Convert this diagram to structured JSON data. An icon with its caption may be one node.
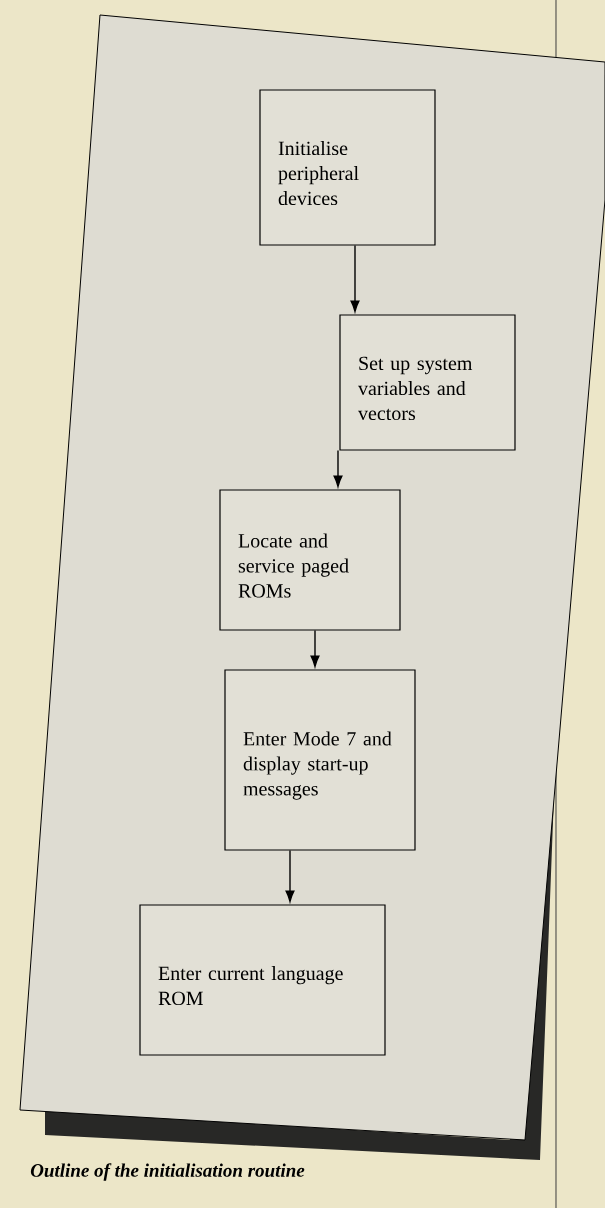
{
  "diagram": {
    "caption": "Outline of the initialisation routine",
    "nodes": [
      {
        "text": [
          "Initialise peripheral devices"
        ]
      },
      {
        "text": [
          "Set up system variables and vectors"
        ]
      },
      {
        "text": [
          "Locate and service paged ROMs"
        ]
      },
      {
        "text": [
          "Enter Mode 7 and display start-up messages"
        ]
      },
      {
        "text": [
          "Enter current language ROM"
        ]
      }
    ],
    "edges": [
      {
        "from": 0,
        "to": 1,
        "arrow": "to"
      },
      {
        "from": 1,
        "to": 2,
        "arrow": "to"
      },
      {
        "from": 2,
        "to": 3,
        "arrow": "to"
      },
      {
        "from": 3,
        "to": 4,
        "arrow": "to"
      }
    ]
  }
}
